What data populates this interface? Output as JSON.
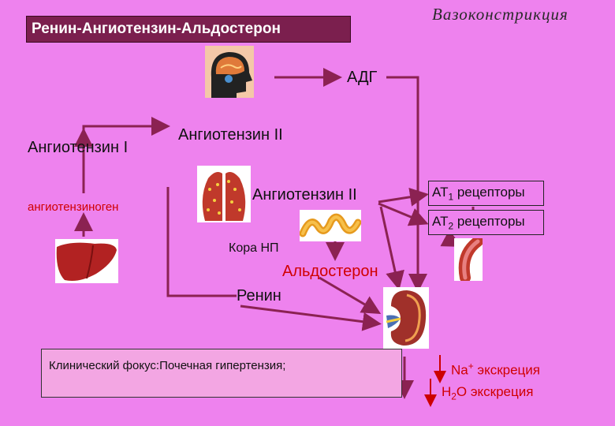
{
  "header": {
    "title": "Ренин-Ангиотензин-Альдостерон",
    "top_right": "Вазоконстрикция"
  },
  "labels": {
    "adh": "АДГ",
    "angiotensin_1": "Ангиотензин I",
    "angiotensin_2_top": "Ангиотензин II",
    "angiotensin_2_lung": "Ангиотензин II",
    "angiotensinogen": "ангиотензиноген",
    "adrenal_cortex": "Кора НП",
    "aldosterone": "Альдостерон",
    "renin": "Ренин"
  },
  "receptors": {
    "at1": {
      "prefix": "AT",
      "sub": "1",
      "suffix": " рецепторы"
    },
    "at2": {
      "prefix": "AT",
      "sub": "2",
      "suffix": " рецепторы"
    }
  },
  "clinical": "Клинический фокус:Почечная гипертензия;",
  "excretion": {
    "na": {
      "prefix": "Na",
      "sup": "+",
      "suffix": " экскреция"
    },
    "h2o": {
      "prefix": "H",
      "sub": "2",
      "suffix": "O экскреция"
    }
  },
  "colors": {
    "background": "#ee82ee",
    "title_box": "#7b1f4e",
    "arrow": "#8b2252",
    "red_text": "#d00000"
  },
  "icons": [
    "brain-head-icon",
    "lung-icon",
    "adrenal-gland-icon",
    "liver-icon",
    "kidney-icon",
    "blood-vessel-icon"
  ]
}
